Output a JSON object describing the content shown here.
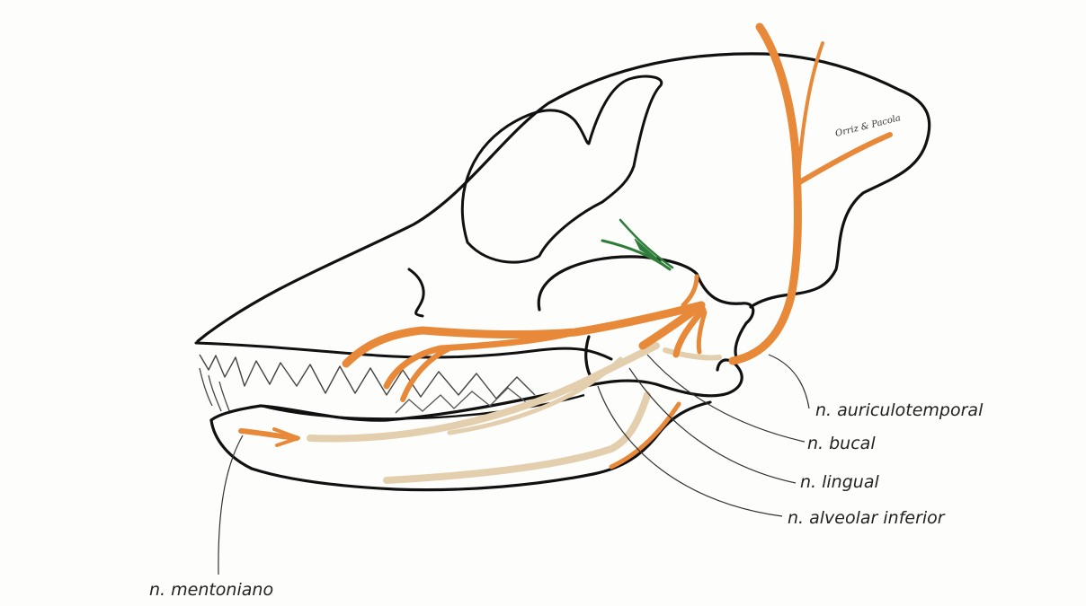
{
  "figure": {
    "labels": {
      "auriculotemporal": "n. auriculotemporal",
      "bucal": "n. bucal",
      "lingual": "n. lingual",
      "alveolar_inferior": "n. alveolar inferior",
      "mentoniano": "n. mentoniano"
    },
    "signature": "Orriz & Pacola",
    "colors": {
      "outline": "#111111",
      "nerve": "#e8893a",
      "nerve_pale": "#e3cfae",
      "accent_green": "#2f7d3a",
      "leader": "#333333"
    }
  }
}
